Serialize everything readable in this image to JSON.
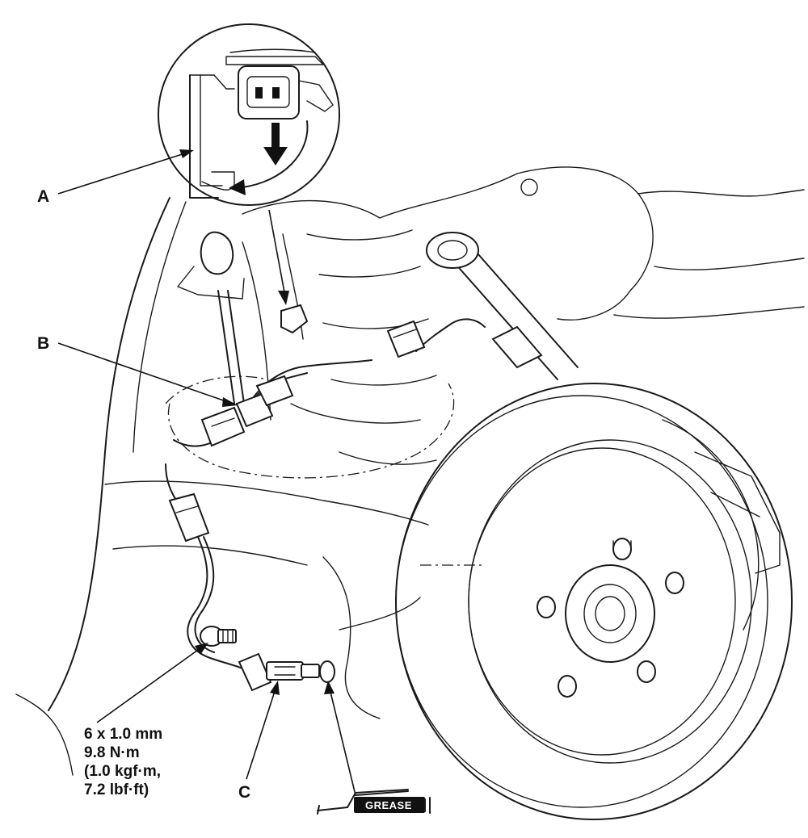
{
  "callouts": {
    "a": "A",
    "b": "B",
    "c": "C"
  },
  "torque_spec": {
    "line1": "6 x 1.0 mm",
    "line2": "9.8 N·m",
    "line3": "(1.0 kgf·m,",
    "line4": "7.2 lbf·ft)"
  },
  "grease_symbol": {
    "label": "GREASE",
    "icon": "grease-gun-icon"
  },
  "colors": {
    "ink": "#1a1a1a",
    "paper": "#ffffff"
  }
}
